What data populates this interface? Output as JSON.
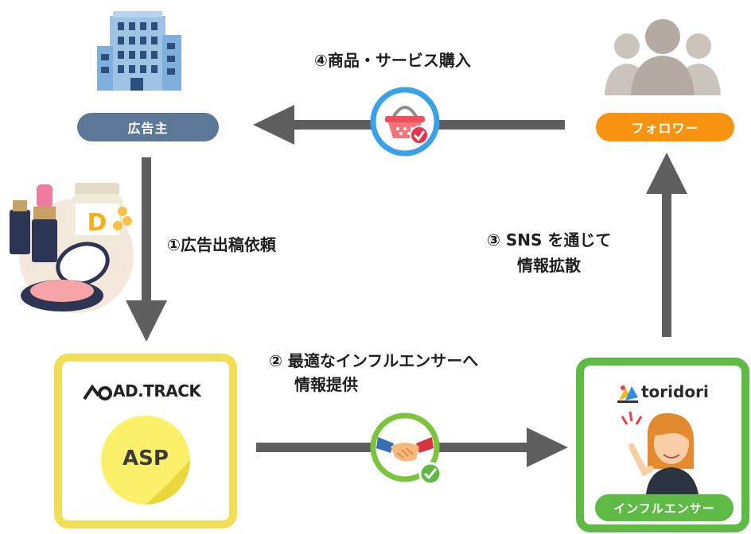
{
  "colors": {
    "advertiser_pill": "#5d7796",
    "follower_pill": "#f7930f",
    "arrow": "#5e5e5e",
    "asp_box_border": "#f0df56",
    "asp_circle": "#faf069",
    "influencer_box_border": "#5eba45",
    "influencer_pill": "#5eba45",
    "basket_ring": "#3aa0e8",
    "handshake_ring": "#7cc43e"
  },
  "nodes": {
    "advertiser": {
      "label": "広告主",
      "icon": "office-building-icon"
    },
    "followers": {
      "label": "フォロワー",
      "icon": "people-group-icon"
    },
    "asp": {
      "brand": "AD.TRACK",
      "badge": "ASP",
      "icon": "adtrack-logo-icon"
    },
    "influencer": {
      "brand": "toridori",
      "label": "インフルエンサー",
      "icon": "toridori-bird-logo-icon"
    }
  },
  "steps": {
    "step1": "①広告出稿依頼",
    "step2_line1": "② 最適なインフルエンサーへ",
    "step2_line2": "情報提供",
    "step3_line1": "③ SNS を通じて",
    "step3_line2": "情報拡散",
    "step4": "④商品・サービス購入"
  },
  "icons": {
    "basket": "shopping-basket-check-icon",
    "handshake": "handshake-check-icon",
    "cosmetics": "cosmetics-illustration",
    "woman": "influencer-woman-illustration"
  }
}
